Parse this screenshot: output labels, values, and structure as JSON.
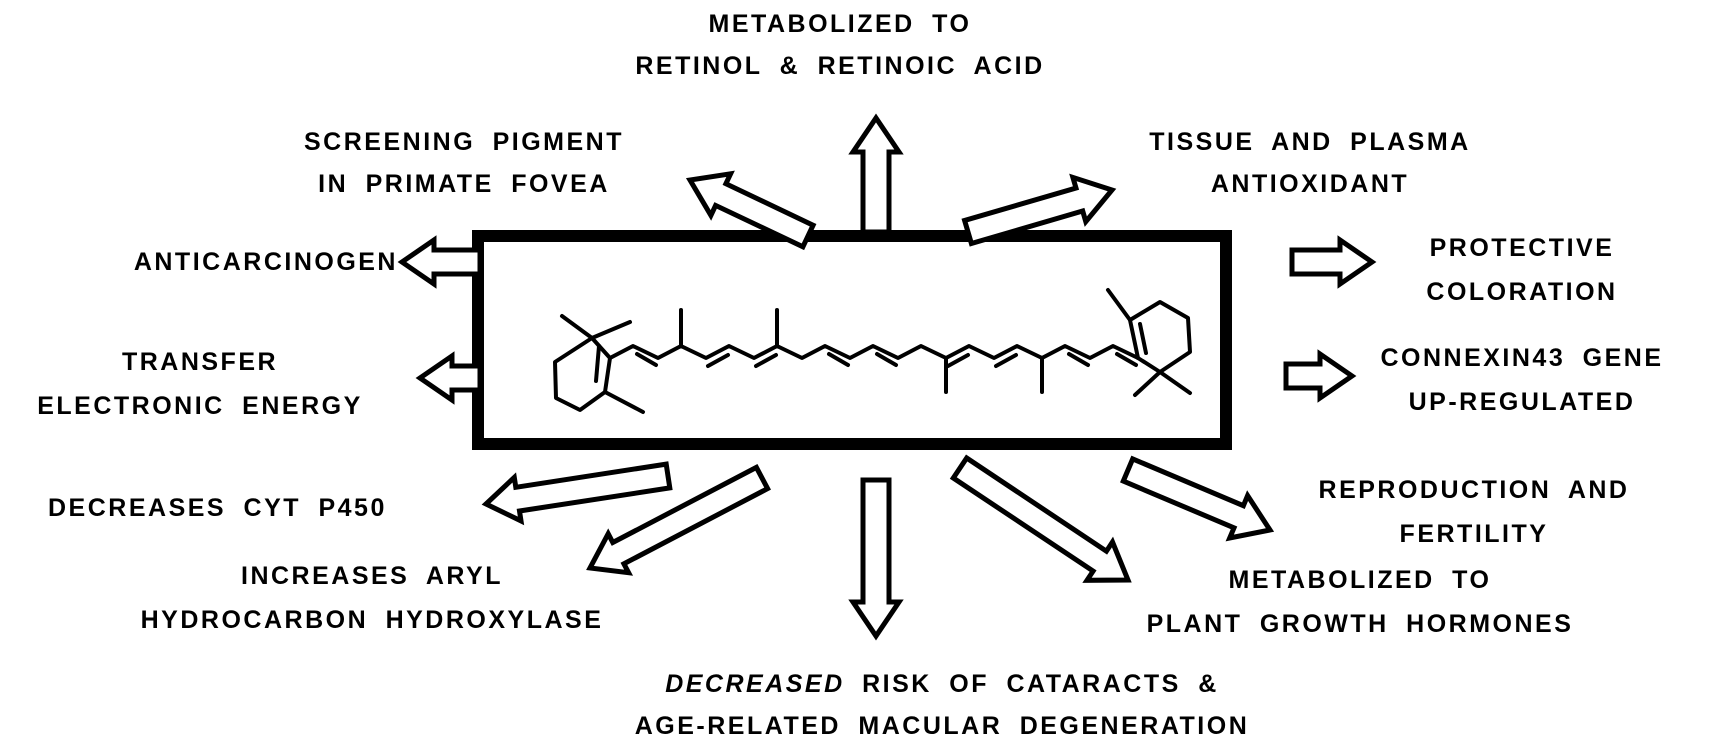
{
  "labels": {
    "metabolized_retinol_1": "METABOLIZED TO",
    "metabolized_retinol_2": "RETINOL & RETINOIC ACID",
    "screening_1": "SCREENING PIGMENT",
    "screening_2": "IN PRIMATE FOVEA",
    "tissue_1": "TISSUE AND PLASMA",
    "tissue_2": "ANTIOXIDANT",
    "anticarcinogen": "ANTICARCINOGEN",
    "protective_1": "PROTECTIVE",
    "protective_2": "COLORATION",
    "transfer_1": "TRANSFER",
    "transfer_2": "ELECTRONIC ENERGY",
    "connexin_1": "CONNEXIN43 GENE",
    "connexin_2": "UP-REGULATED",
    "decreases_cyt": "DECREASES CYT P450",
    "reproduction_1": "REPRODUCTION AND",
    "reproduction_2": "FERTILITY",
    "increases_1": "INCREASES ARYL",
    "increases_2": "HYDROCARBON HYDROXYLASE",
    "plant_1": "METABOLIZED TO",
    "plant_2": "PLANT GROWTH HORMONES",
    "cataract_1_italic": "DECREASED",
    "cataract_1_rest": " RISK OF CATARACTS &",
    "cataract_2": "AGE-RELATED MACULAR DEGENERATION"
  },
  "colors": {
    "ink": "#000000",
    "background": "#ffffff"
  }
}
